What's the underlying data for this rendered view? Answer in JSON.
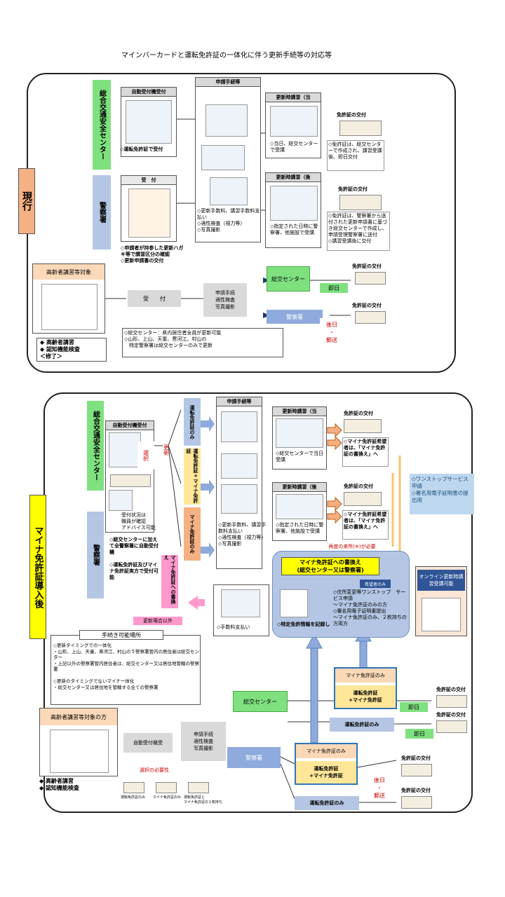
{
  "title": "マインバーカードと運転免許証の一体化に伴う更新手続等の対応等",
  "current": {
    "side_label": "現行",
    "center_label": "総合交通安全センター",
    "police_label": "警察署",
    "auto_reception": "自動受付機受付",
    "auto_note": "◇運転免許証で受付",
    "reception": "受　付",
    "reception_note": "◇申請者が持参した更新ハガキ等で講習区分の確認\n◇更新申請書の交付",
    "procedures_header": "申請手続等",
    "procedures_note": "◇更新手数料、講習手数料支払い\n◇適性検査（視力等）\n◇写真撮影",
    "lecture_same": "更新時講習（当",
    "lecture_same_note": "◇当日、総交センターで受講",
    "lecture_later": "更新時講習（後",
    "lecture_later_note": "◇指定された日時に警察署、他施設で受講",
    "issue1": "免許証の交付",
    "issue1_note": "◇免許証は、総交センターで作成され、講習受講後、即日交付",
    "issue2": "免許証の交付",
    "issue2_note": "◇免許証は、警察署から送付された更新申請書に基づき総交センターで作成し、申請受理警察署に送付\n◇講習受講後に交付",
    "elderly_label": "高齢者講習等対象",
    "elderly_reception": "受　　付",
    "elderly_proc": "申請手続\n適性検査\n写真撮影",
    "elderly_center": "総交センター",
    "elderly_police": "警察署",
    "same_day": "即日",
    "later_mail": "後日\n・\n郵送",
    "issue3": "免許証の交付",
    "issue4": "免許証の交付",
    "elderly_bullets": "◆ 高齢者講習\n◆ 認知機能検査\n＜修了＞",
    "note": "◇総交センター：県内居住者全員が更新可能\n◇山形、上山、天童、寒河江、村山の\n　特定警察署は総交センターのみで更新"
  },
  "after": {
    "side_label": "マイナ免許証導入後",
    "center_label": "総合交通安全センター",
    "police_label": "警察署",
    "auto_reception": "自動受付機受付",
    "select": "選択",
    "renew": "更新",
    "kiosk_note": "受付状況は\n職員が確認\nアドバイス可能",
    "opt1": "運転免許証のみ",
    "opt2": "運転免許証+マイナ免許証",
    "opt3": "マイナ免許証のみ",
    "rewrite": "マイナ免許証への書換え",
    "not_renewal": "更新場合以外",
    "center_note": "◇総交センターに加えて全警察署に自動受付機",
    "police_note": "◇運転免許証及びマイナ免許証実方で受付可能",
    "procedures_header": "申請手続等",
    "procedures_note": "◇更新手数料、講習手数料支払い\n◇適性検査（視力等）\n◇写真撮影",
    "fee_note": "◇手数料支払い",
    "lecture_same": "更新時講習（当",
    "lecture_same_note": "◇総交センターで当日受講",
    "lecture_later": "更新時講習（後",
    "lecture_later_note": "◇指定された日時に警察署、他施設で受講",
    "issue1": "免許証の交付",
    "issue2": "免許証の交付",
    "issue1_note": "◇マイナ免許証希望者は、「マイナ免許証の書換え」へ",
    "issue2_note": "◇マイナ免許証希望者は、「マイナ免許証の書換え」へ",
    "revisit": "再度の来所(※)が必要",
    "rewrite_box_title": "マイナ免許証への書換え\n(総交センター又は警察署)",
    "hope_only": "希望者のみ",
    "rewrite_desc": "◇住所変更等ワンストップ　サービス申請\n～マイナ免許証のみの方\n◇署名用電子証明書提出\n～マイナ免許証のみ、２枚持ちの方両方",
    "special_note": "◇特定免許情報を記録し",
    "onestop": "◇ワンストップサービス申請\n◇署名用電子証明書の提出用",
    "online": "オンライン更新時講習受講可能",
    "places_title": "手続き可能場所",
    "places_text": "◇更新タイミングでの一体化\n・山形、上山、天童、寒河江、村山の５警察署管内の居住者は総交センター\n・上記以外の警察署管内居住者は、総交センター又は居住地管轄の警察署\n\n◇更新のタイミングでないマイナー体化\n・総交センター又は居住地を管轄する全ての警察署",
    "elderly_label": "高齢者講習等対象の方",
    "elderly_reception": "自動受付機受",
    "elderly_proc": "申請手続\n適性検査\n写真撮影",
    "elderly_center": "総交センター",
    "elderly_police": "警察署",
    "choice_need": "選択の必要性",
    "choice_items": [
      "運転免許証のみ",
      "マイナ免許証のみ",
      "運転免許証と\nマイナ免許証の２枚持ち"
    ],
    "mn_only_a": "マイナ免許証のみ",
    "both_a": "運転免許証\n+マイナ免許証",
    "dl_only_a": "運転免許証のみ",
    "mn_only_b": "マイナ免許証のみ",
    "both_b": "運転免許証\n+マイナ免許証",
    "dl_only_b": "運転免許証のみ",
    "same_day_a": "即日",
    "same_day_b": "即日",
    "later_mail": "後日\n・\n郵送",
    "issue3": "免許証の交付",
    "issue4": "免許証の交付",
    "issue5": "免許証の交付",
    "issue6": "免許証の交付",
    "elderly_bullets": "◆ 高齢者講習\n◆ 認知機能検査"
  },
  "colors": {
    "green": "#7fe07f",
    "blue": "#b4c6e4",
    "orange": "#f4b183",
    "yellow": "#ffff00",
    "pink": "#ff99cc",
    "peach": "#fbd9b8",
    "lightblue": "#bdd7ee",
    "navy": "#2f5597"
  },
  "icons": [
    "person-icon",
    "card-icon",
    "kiosk-icon",
    "lecture-icon",
    "arrow-icon"
  ]
}
